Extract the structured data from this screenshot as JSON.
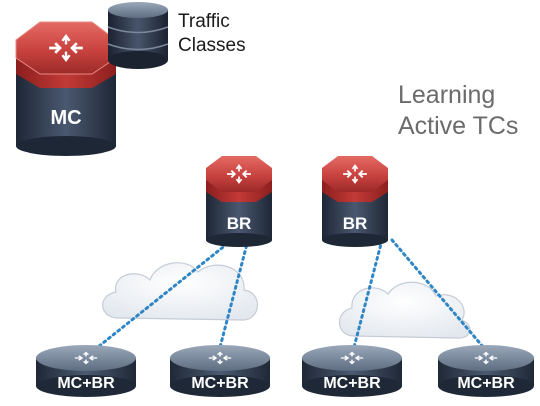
{
  "nodes": {
    "master_controller": "MC",
    "border_router_1": "BR",
    "border_router_2": "BR",
    "branch_1": "MC+BR",
    "branch_2": "MC+BR",
    "branch_3": "MC+BR",
    "branch_4": "MC+BR"
  },
  "labels": {
    "traffic_classes": [
      "Traffic",
      "Classes"
    ],
    "learning": [
      "Learning",
      "Active TCs"
    ]
  },
  "colors": {
    "router_top": "#c8423f",
    "router_body": "#2e3a4c",
    "link": "#2f86c6",
    "cloud": "#f1f4f7"
  }
}
